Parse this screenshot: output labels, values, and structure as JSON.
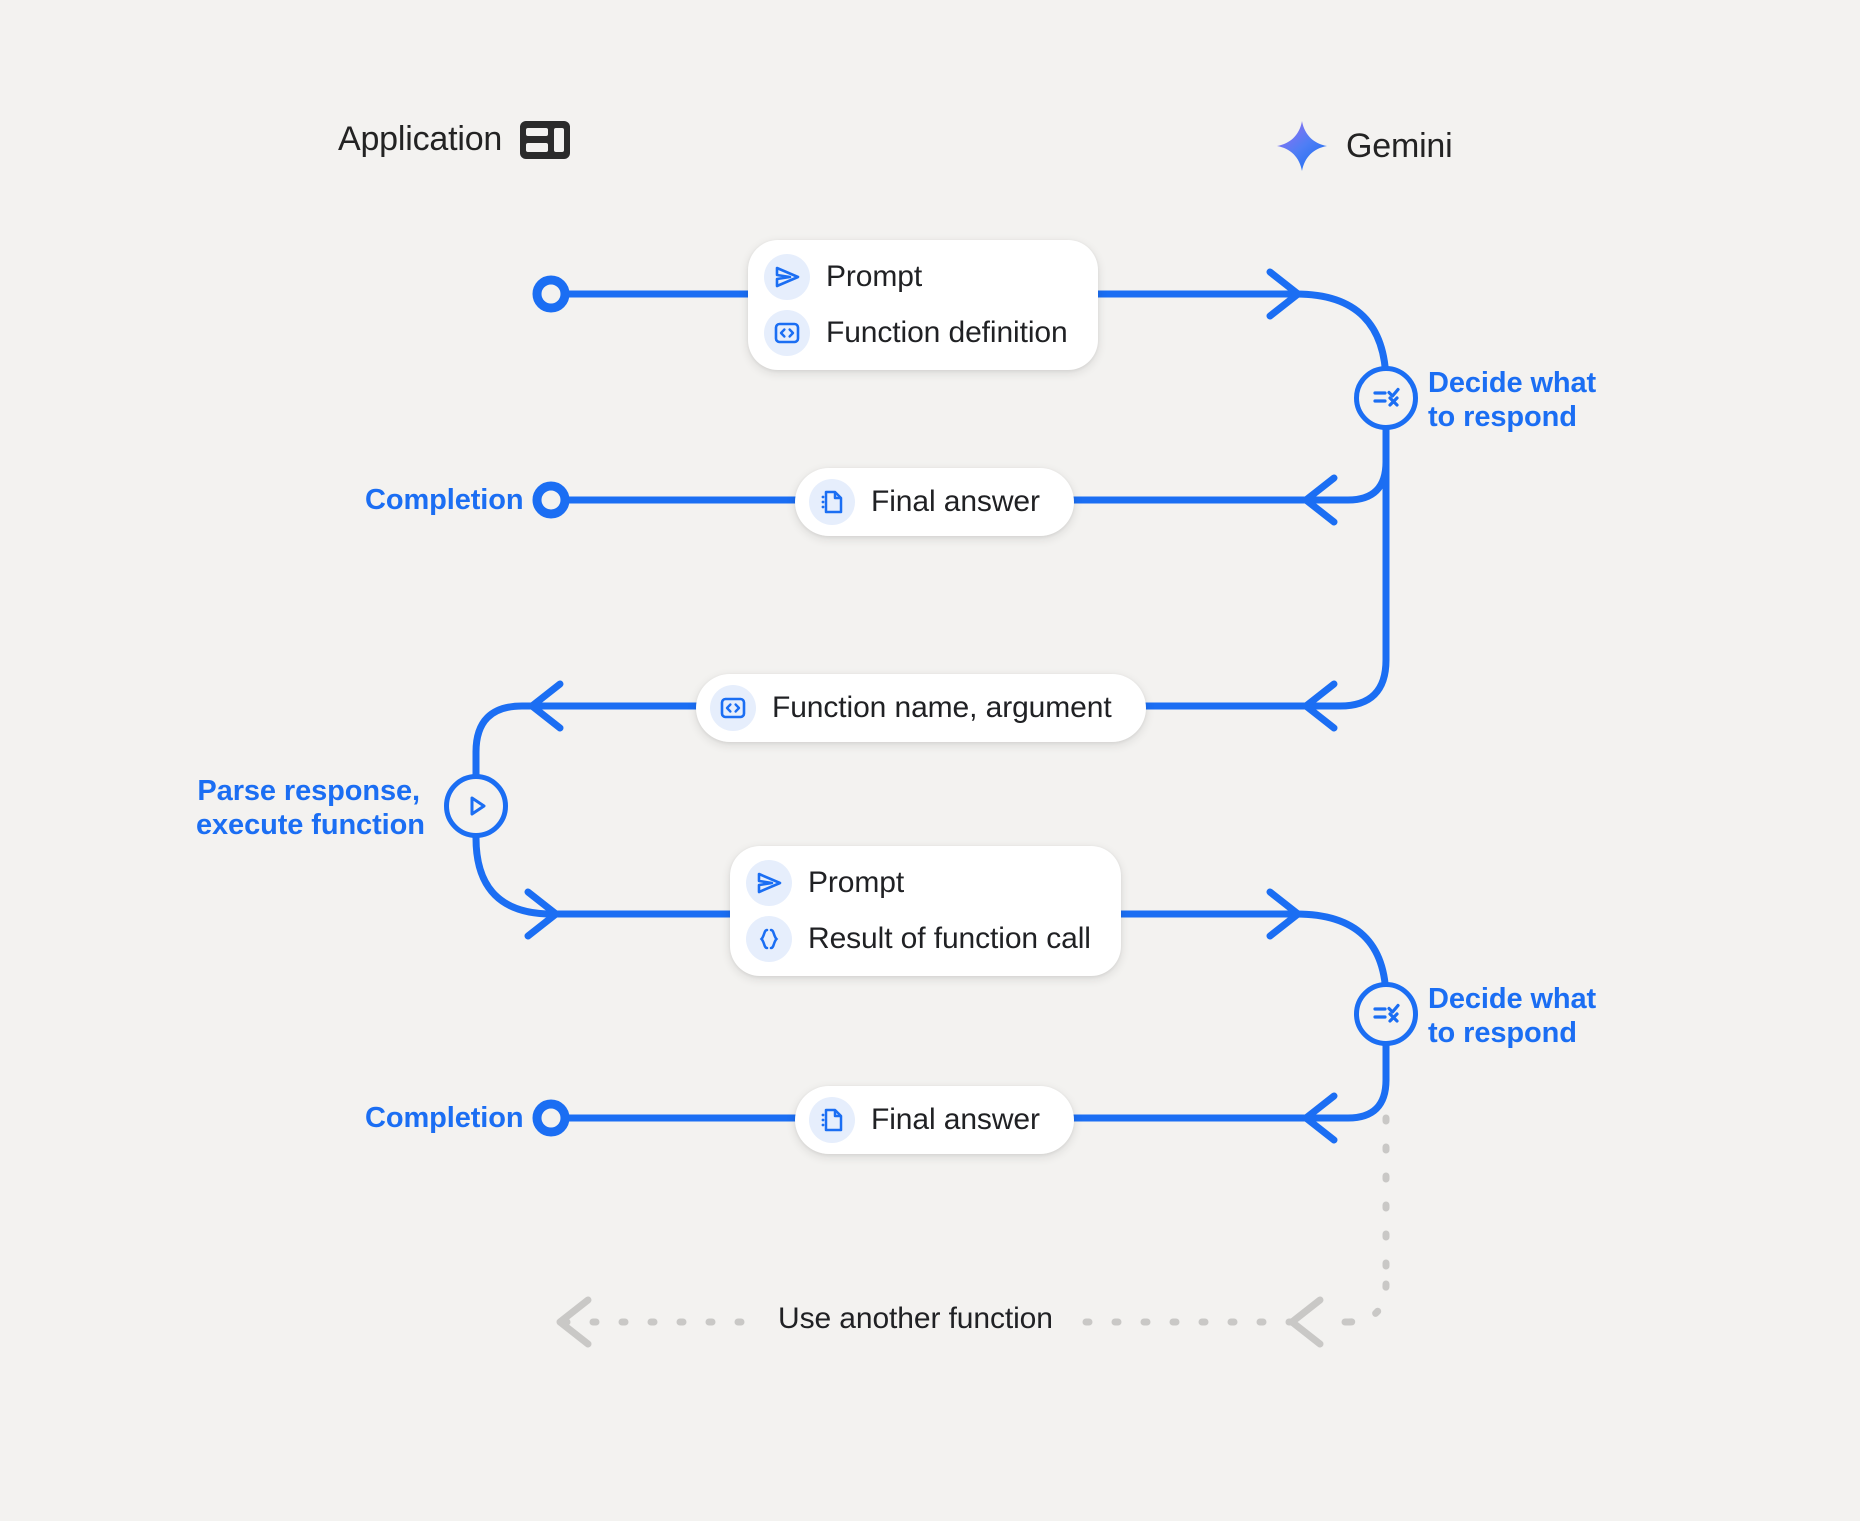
{
  "theme": {
    "background": "#f3f2f0",
    "accent_blue": "#1b6ef3",
    "ink": "#202124",
    "lifeline_gray": "#c9c8c6",
    "icon_badge_bg": "#e6eefc",
    "card_white": "#ffffff",
    "gemini_gradient_from": "#8b5cf6",
    "gemini_gradient_to": "#1b6ef3"
  },
  "columns": {
    "application": {
      "label": "Application",
      "icon": "dashboard-layout-icon"
    },
    "gemini": {
      "label": "Gemini",
      "icon": "gemini-sparkle-icon"
    }
  },
  "messages": {
    "request_1": {
      "rows": [
        {
          "label": "Prompt",
          "icon": "send-prompt-icon"
        },
        {
          "label": "Function definition",
          "icon": "code-brackets-icon"
        }
      ]
    },
    "final_answer_1": {
      "rows": [
        {
          "label": "Final answer",
          "icon": "document-icon"
        }
      ]
    },
    "function_call": {
      "rows": [
        {
          "label": "Function name,  argument",
          "icon": "code-brackets-icon"
        }
      ]
    },
    "request_2": {
      "rows": [
        {
          "label": "Prompt",
          "icon": "send-prompt-icon"
        },
        {
          "label": "Result of function call",
          "icon": "curly-braces-icon"
        }
      ]
    },
    "final_answer_2": {
      "rows": [
        {
          "label": "Final answer",
          "icon": "document-icon"
        }
      ]
    }
  },
  "annotations": {
    "decide_1": {
      "line1": "Decide what",
      "line2": "to respond",
      "icon": "checklist-decision-icon"
    },
    "decide_2": {
      "line1": "Decide what",
      "line2": "to respond",
      "icon": "checklist-decision-icon"
    },
    "parse_execute": {
      "line1": "Parse response,",
      "line2": "execute function",
      "icon": "play-execute-icon"
    },
    "completion_1": {
      "label": "Completion"
    },
    "completion_2": {
      "label": "Completion"
    },
    "loop": {
      "label": "Use another function"
    }
  }
}
